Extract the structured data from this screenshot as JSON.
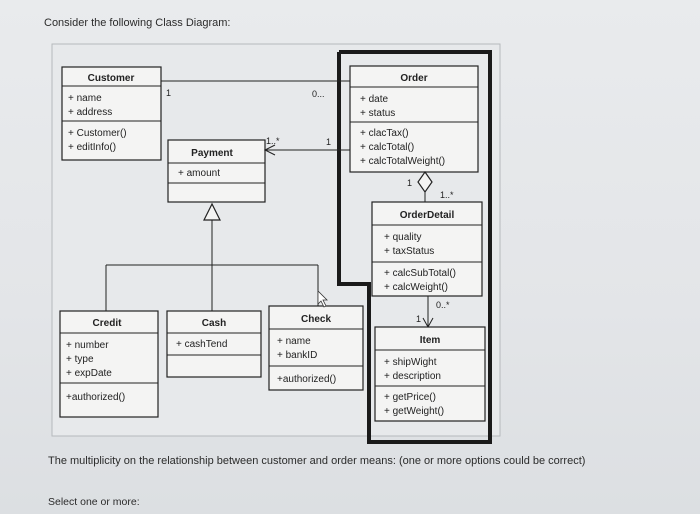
{
  "question": {
    "intro": "Consider the following Class Diagram:",
    "prompt": "The multiplicity on the relationship between customer and order means: (one or more options could be correct)",
    "select_hint": "Select one or more:"
  },
  "diagram": {
    "classes": {
      "customer": {
        "name": "Customer",
        "attributes": [
          "+ name",
          "+ address"
        ],
        "operations": [
          "+ Customer()",
          "+ editInfo()"
        ]
      },
      "order": {
        "name": "Order",
        "attributes": [
          "+ date",
          "+ status"
        ],
        "operations": [
          "+ clacTax()",
          "+ calcTotal()",
          "+ calcTotalWeight()"
        ]
      },
      "payment": {
        "name": "Payment",
        "attributes": [
          "+ amount"
        ],
        "operations": []
      },
      "orderdetail": {
        "name": "OrderDetail",
        "attributes": [
          "+ quality",
          "+ taxStatus"
        ],
        "operations": [
          "+ calcSubTotal()",
          "+ calcWeight()"
        ]
      },
      "credit": {
        "name": "Credit",
        "attributes": [
          "+ number",
          "+ type",
          "+ expDate"
        ],
        "operations": [
          "+authorized()"
        ]
      },
      "cash": {
        "name": "Cash",
        "attributes": [
          "+ cashTend"
        ],
        "operations": []
      },
      "check": {
        "name": "Check",
        "attributes": [
          "+ name",
          "+ bankID"
        ],
        "operations": [
          "+authorized()"
        ]
      },
      "item": {
        "name": "Item",
        "attributes": [
          "+ shipWight",
          "+ description"
        ],
        "operations": [
          "+ getPrice()",
          "+ getWeight()"
        ]
      }
    },
    "multiplicities": {
      "customer_order_customer_end": "1",
      "customer_order_order_end": "0...",
      "payment_order_payment_end": "1..*",
      "payment_order_order_end": "1",
      "order_orderdetail_order_end": "1",
      "order_orderdetail_detail_end": "1..*",
      "orderdetail_item_detail_end": "0..*",
      "orderdetail_item_item_end": "1"
    }
  }
}
